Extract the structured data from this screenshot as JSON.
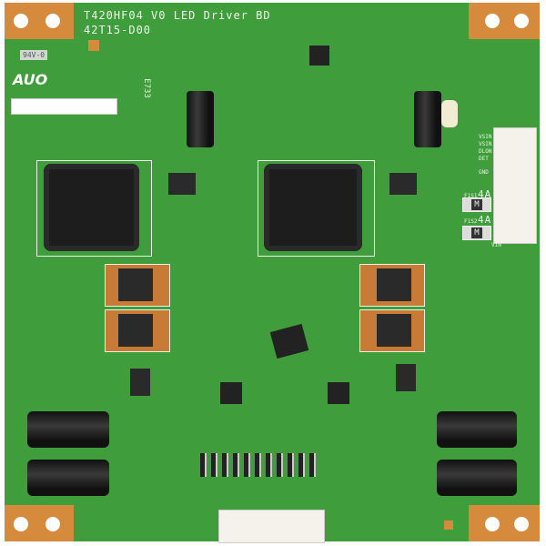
{
  "board": {
    "title_line1": "T420HF04 V0 LED Driver BD",
    "title_line2": "42T15-D00",
    "logo": "AUO",
    "silkscreen_code": "E733",
    "cert_label": "94V-0",
    "fuses": [
      {
        "ref": "F1S1",
        "rating": "4A",
        "mark": "M"
      },
      {
        "ref": "F1S2",
        "rating": "4A",
        "mark": "M"
      }
    ],
    "connector_pins": [
      "VSIN",
      "VSIN",
      "DLON",
      "DET",
      "GND",
      "VIN"
    ],
    "colors": {
      "pcb": "#3f9d3b",
      "copper_pad": "#d58a3c",
      "silkscreen": "#f0f6ee"
    }
  }
}
